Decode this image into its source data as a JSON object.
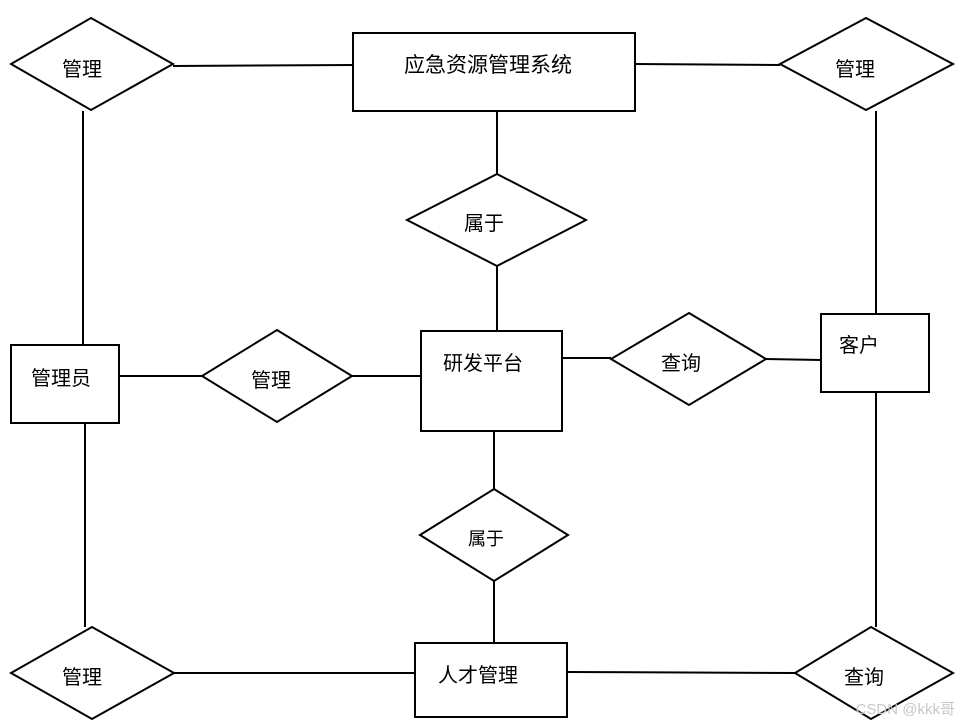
{
  "entities": {
    "system": "应急资源管理系统",
    "platform": "研发平台",
    "admin": "管理员",
    "customer": "客户",
    "talent": "人才管理"
  },
  "relationships": {
    "manage_top_left": "管理",
    "manage_top_right": "管理",
    "belongs_top": "属于",
    "manage_middle": "管理",
    "query_middle": "查询",
    "belongs_bottom": "属于",
    "manage_bottom_left": "管理",
    "query_bottom_right": "查询"
  },
  "watermark": "CSDN @kkk哥"
}
